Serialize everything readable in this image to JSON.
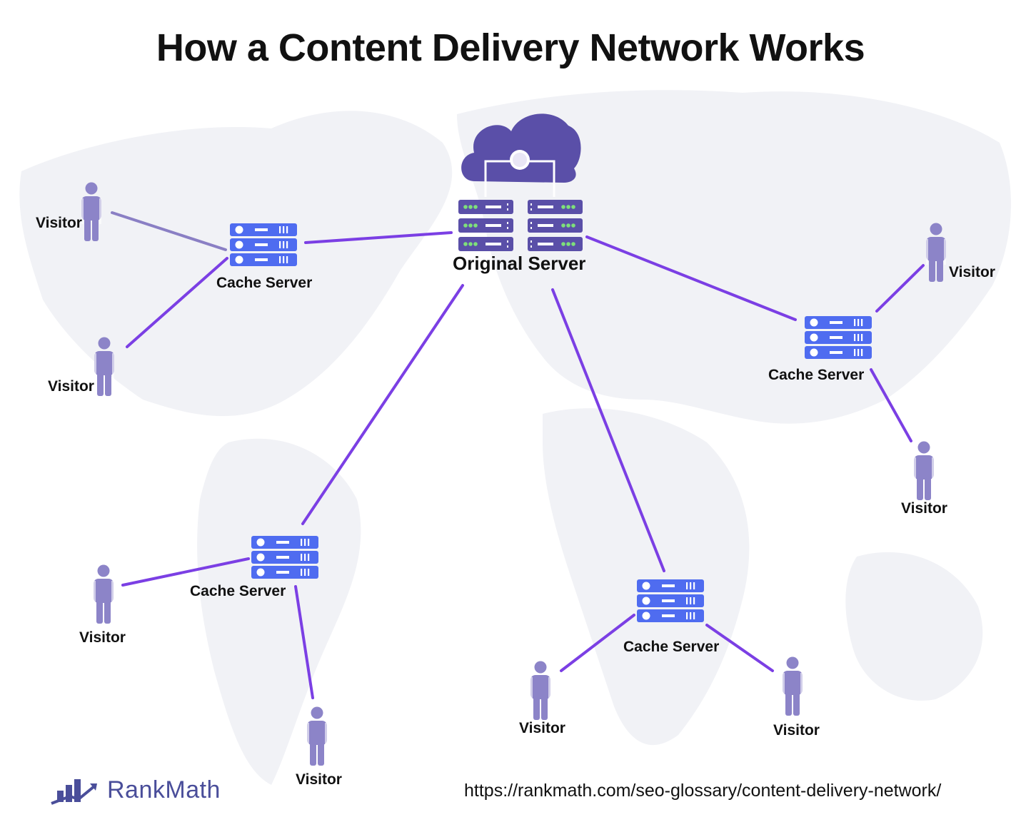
{
  "title": "How a Content Delivery Network Works",
  "origin": {
    "label": "Original Server"
  },
  "cache_label": "Cache Server",
  "visitor_label": "Visitor",
  "brand": {
    "name": "RankMath"
  },
  "url": "https://rankmath.com/seo-glossary/content-delivery-network/",
  "colors": {
    "line": "#7b3fe4",
    "line_soft": "#8a7fc4",
    "server": "#4f6cf0",
    "origin_server": "#5a4fa8",
    "cloud": "#5a4fa8",
    "person": "#8c84c8",
    "map": "#f1f2f6"
  }
}
